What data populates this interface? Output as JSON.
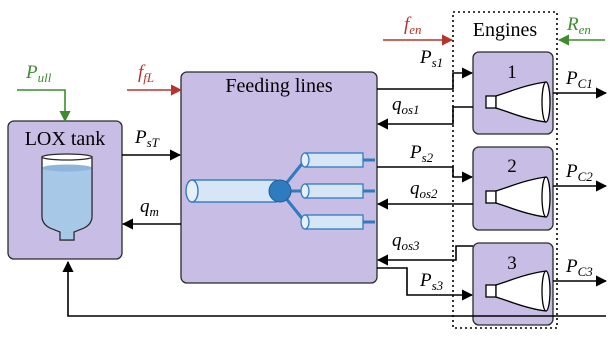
{
  "blocks": {
    "lox_tank": "LOX tank",
    "feeding_lines": "Feeding lines",
    "engines": "Engines",
    "engine_numbers": [
      "1",
      "2",
      "3"
    ]
  },
  "inputs": {
    "p_ull": {
      "main": "P",
      "sub": "ull"
    },
    "f_fl": {
      "main": "f",
      "sub": "fL"
    },
    "f_en": {
      "main": "f",
      "sub": "en"
    },
    "r_en": {
      "main": "R",
      "sub": "en"
    }
  },
  "signals": {
    "p_st": {
      "main": "P",
      "sub": "sT"
    },
    "q_m": {
      "main": "q",
      "sub": "m"
    },
    "p_s1": {
      "main": "P",
      "sub": "s1"
    },
    "q_os1": {
      "main": "q",
      "sub": "os1"
    },
    "p_s2": {
      "main": "P",
      "sub": "s2"
    },
    "q_os2": {
      "main": "q",
      "sub": "os2"
    },
    "q_os3": {
      "main": "q",
      "sub": "os3"
    },
    "p_s3": {
      "main": "P",
      "sub": "s3"
    },
    "p_c1": {
      "main": "P",
      "sub": "C1"
    },
    "p_c2": {
      "main": "P",
      "sub": "C2"
    },
    "p_c3": {
      "main": "P",
      "sub": "C3"
    }
  },
  "colors": {
    "block_fill": "#c8bde4",
    "input_green": "#3d8c2f",
    "input_red": "#b8332a",
    "pipe_fill": "#d6e6f7",
    "pipe_stroke": "#2f7bbf",
    "junction_fill": "#2f7bbf",
    "liquid": "#a8c8e8"
  },
  "icons": [
    "tank-vessel-icon",
    "pipe-network-icon",
    "engine-nozzle-icon"
  ]
}
